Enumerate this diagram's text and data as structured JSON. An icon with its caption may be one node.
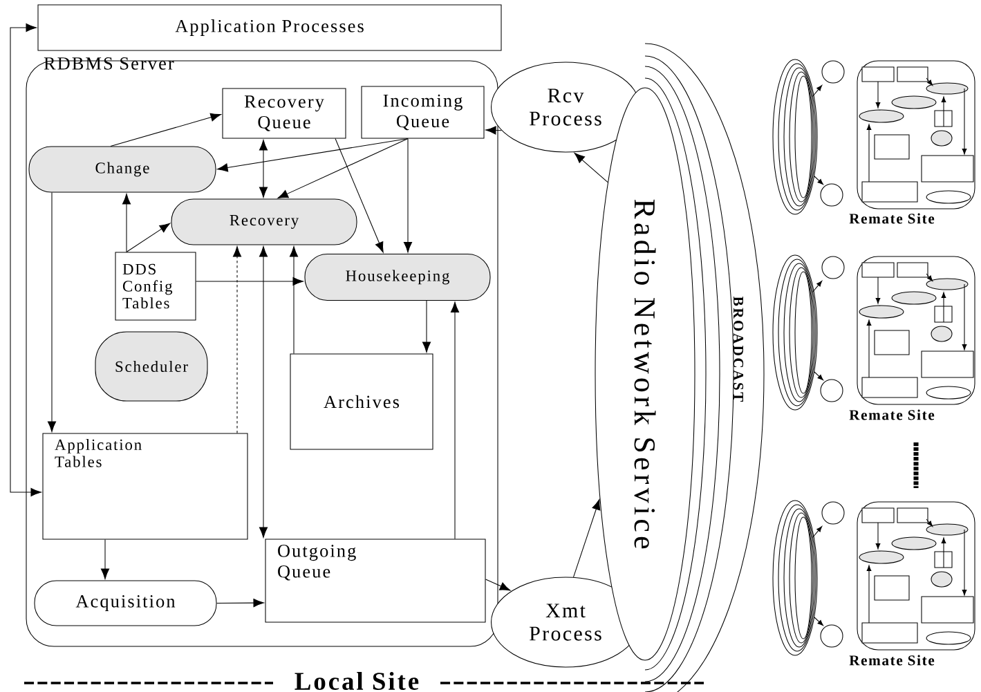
{
  "diagram": {
    "nodes": [
      {
        "text": [
          "Application Processes"
        ]
      },
      {
        "text": [
          "RDBMS Server"
        ]
      },
      {
        "text": [
          "Recovery Queue"
        ],
        "in": 1
      },
      {
        "text": [
          "Incoming Queue"
        ],
        "in": 1
      },
      {
        "text": [
          "Change"
        ],
        "in": 1
      },
      {
        "text": [
          "Recovery"
        ],
        "in": 1
      },
      {
        "text": [
          "DDS Config Tables"
        ],
        "in": 1
      },
      {
        "text": [
          "Housekeeping"
        ],
        "in": 1
      },
      {
        "text": [
          "Scheduler"
        ],
        "in": 1
      },
      {
        "text": [
          "Archives"
        ],
        "in": 1
      },
      {
        "text": [
          "Application Tables"
        ],
        "in": 1
      },
      {
        "text": [
          "Acquisition"
        ],
        "in": 1
      },
      {
        "text": [
          "Outgoing Queue"
        ],
        "in": 1
      },
      {
        "text": [
          "Rcv Process"
        ]
      },
      {
        "text": [
          "Xmt Process"
        ]
      },
      {
        "text": [
          "Radio Network Service"
        ]
      }
    ],
    "edges": [
      {
        "from": 0,
        "to": 10,
        "arrow": "both"
      },
      {
        "from": 4,
        "to": 2,
        "arrow": "to"
      },
      {
        "from": 3,
        "to": 4,
        "arrow": "to"
      },
      {
        "from": 3,
        "to": 5,
        "arrow": "to"
      },
      {
        "from": 3,
        "to": 7,
        "arrow": "to"
      },
      {
        "from": 2,
        "to": 5,
        "arrow": "both"
      },
      {
        "from": 2,
        "to": 7,
        "arrow": "to"
      },
      {
        "from": 6,
        "to": 4,
        "arrow": "to"
      },
      {
        "from": 6,
        "to": 5,
        "arrow": "to"
      },
      {
        "from": 6,
        "to": 7,
        "arrow": "to"
      },
      {
        "from": 10,
        "to": 5,
        "arrow": "to",
        "style": "dashed"
      },
      {
        "from": 5,
        "to": 12,
        "arrow": "both"
      },
      {
        "from": 9,
        "to": 5,
        "arrow": "to"
      },
      {
        "from": 7,
        "to": 9,
        "arrow": "to"
      },
      {
        "from": 12,
        "to": 7,
        "arrow": "to"
      },
      {
        "from": 4,
        "to": 10,
        "arrow": "to"
      },
      {
        "from": 10,
        "to": 11,
        "arrow": "to"
      },
      {
        "from": 11,
        "to": 12,
        "arrow": "to"
      },
      {
        "from": 12,
        "to": 14,
        "arrow": "to"
      },
      {
        "from": 14,
        "to": 15,
        "arrow": "to"
      },
      {
        "from": 15,
        "to": 13,
        "arrow": "to"
      },
      {
        "from": 13,
        "to": 3,
        "arrow": "to"
      }
    ],
    "labels": [
      "Remate Site",
      "BROADCAST",
      "Remate Site",
      "Remate Site",
      "Local Site"
    ]
  }
}
